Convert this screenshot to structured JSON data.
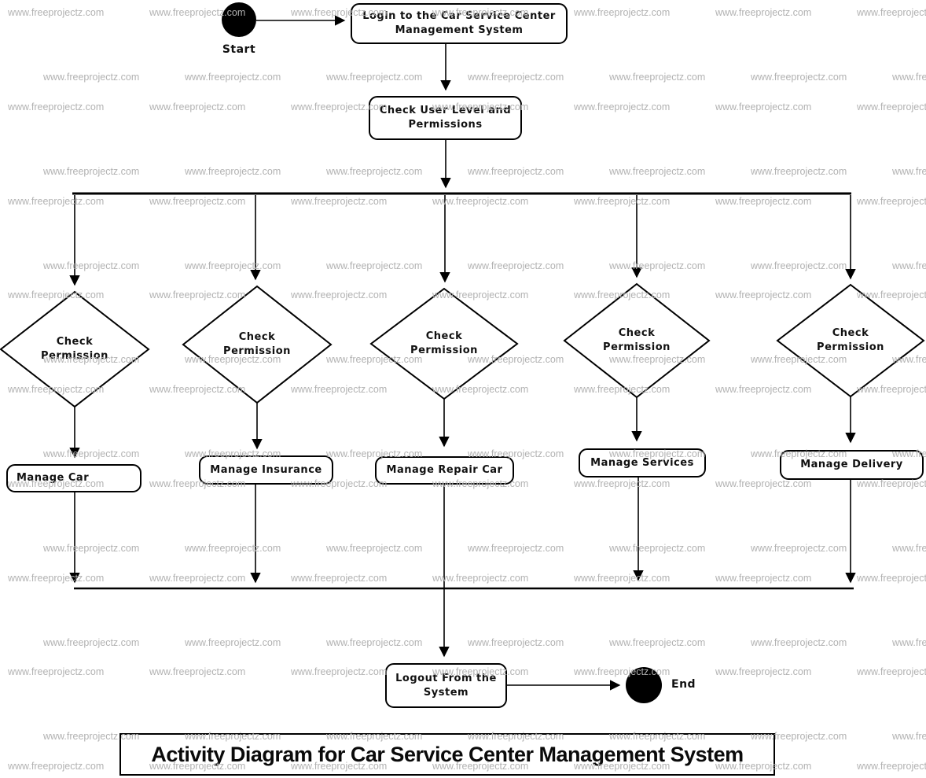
{
  "title": "Activity Diagram for Car Service Center Management System",
  "watermark": {
    "text": "www.freeprojectz.com",
    "color": "#b2b2b2"
  },
  "colors": {
    "stroke": "#000000",
    "node_fill": "#ffffff",
    "text": "#111111",
    "background": "#ffffff"
  },
  "nodes": {
    "start_label": "Start",
    "login": "Login to the Car Service Center\nManagement System",
    "check_user": "Check User Level and\nPermissions",
    "decisions": [
      "Check\nPermission",
      "Check\nPermission",
      "Check\nPermission",
      "Check\nPermission",
      "Check\nPermission"
    ],
    "actions": [
      "Manage Car",
      "Manage Insurance",
      "Manage Repair Car",
      "Manage Services",
      "Manage Delivery"
    ],
    "logout": "Logout From the\nSystem",
    "end_label": "End"
  }
}
